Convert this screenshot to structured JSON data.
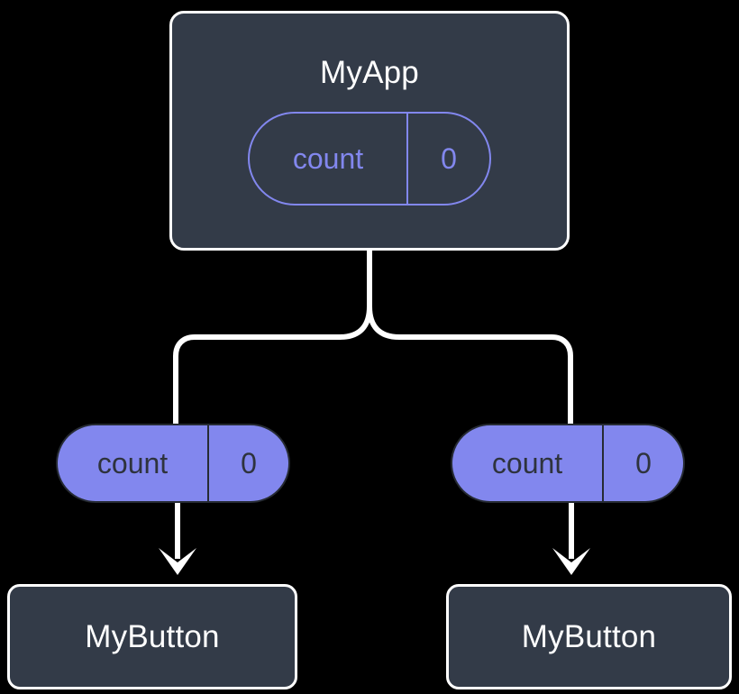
{
  "diagram": {
    "title": "React component tree with prop drilling",
    "type": "component-tree",
    "background_color": "#000000",
    "colors": {
      "component_fill": "#333b48",
      "component_border": "#ffffff",
      "component_text": "#ffffff",
      "state_accent": "#8287ee",
      "pill_text_on_fill": "#2e333d",
      "edge": "#ffffff"
    }
  },
  "root": {
    "name": "root-component",
    "label": "MyApp",
    "state": {
      "key": "count",
      "value": "0",
      "style": "outlined"
    }
  },
  "props": [
    {
      "name": "prop-left",
      "key": "count",
      "value": "0",
      "style": "filled"
    },
    {
      "name": "prop-right",
      "key": "count",
      "value": "0",
      "style": "filled"
    }
  ],
  "children": [
    {
      "name": "child-component-left",
      "label": "MyButton"
    },
    {
      "name": "child-component-right",
      "label": "MyButton"
    }
  ],
  "edges": {
    "trunk": "vertical-from-root",
    "fork": "two-branch-split",
    "arrows": "down-arrow-into-child"
  }
}
